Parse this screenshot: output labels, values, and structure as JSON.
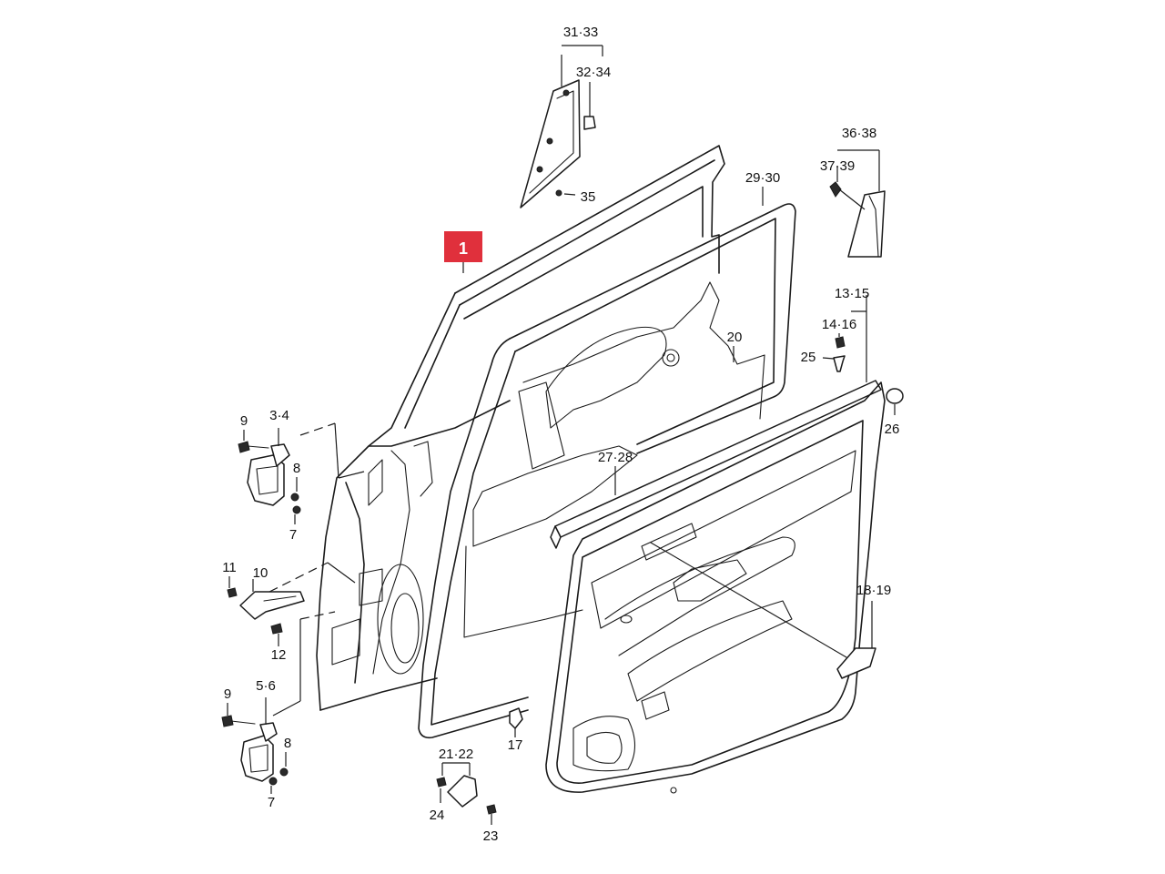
{
  "highlight": {
    "label": "1",
    "color": "#e0303c"
  },
  "callouts": {
    "c_31_33": "31·33",
    "c_32_34": "32·34",
    "c_35": "35",
    "c_29_30": "29·30",
    "c_36_38": "36·38",
    "c_37_39": "37·39",
    "c_13_15": "13·15",
    "c_14_16": "14·16",
    "c_25": "25",
    "c_20": "20",
    "c_26": "26",
    "c_27_28": "27·28",
    "c_9a": "9",
    "c_3_4": "3·4",
    "c_8a": "8",
    "c_7a": "7",
    "c_11": "11",
    "c_10": "10",
    "c_12": "12",
    "c_9b": "9",
    "c_5_6": "5·6",
    "c_8b": "8",
    "c_7b": "7",
    "c_18_19": "18·19",
    "c_17": "17",
    "c_21_22": "21·22",
    "c_24": "24",
    "c_23": "23"
  },
  "parts": [
    {
      "name": "door-shell-assembly",
      "number": "1"
    },
    {
      "name": "door-hinge-upper",
      "number": "3·4"
    },
    {
      "name": "door-hinge-lower",
      "number": "5·6"
    },
    {
      "name": "door-check-link",
      "number": "10"
    },
    {
      "name": "door-trim-panel",
      "number": "13·15"
    },
    {
      "name": "door-opening-weatherstrip",
      "number": "29·30"
    },
    {
      "name": "belt-moulding",
      "number": "27·28"
    },
    {
      "name": "sash-garnish",
      "number": "31·33"
    },
    {
      "name": "corner-garnish",
      "number": "36·38"
    }
  ]
}
